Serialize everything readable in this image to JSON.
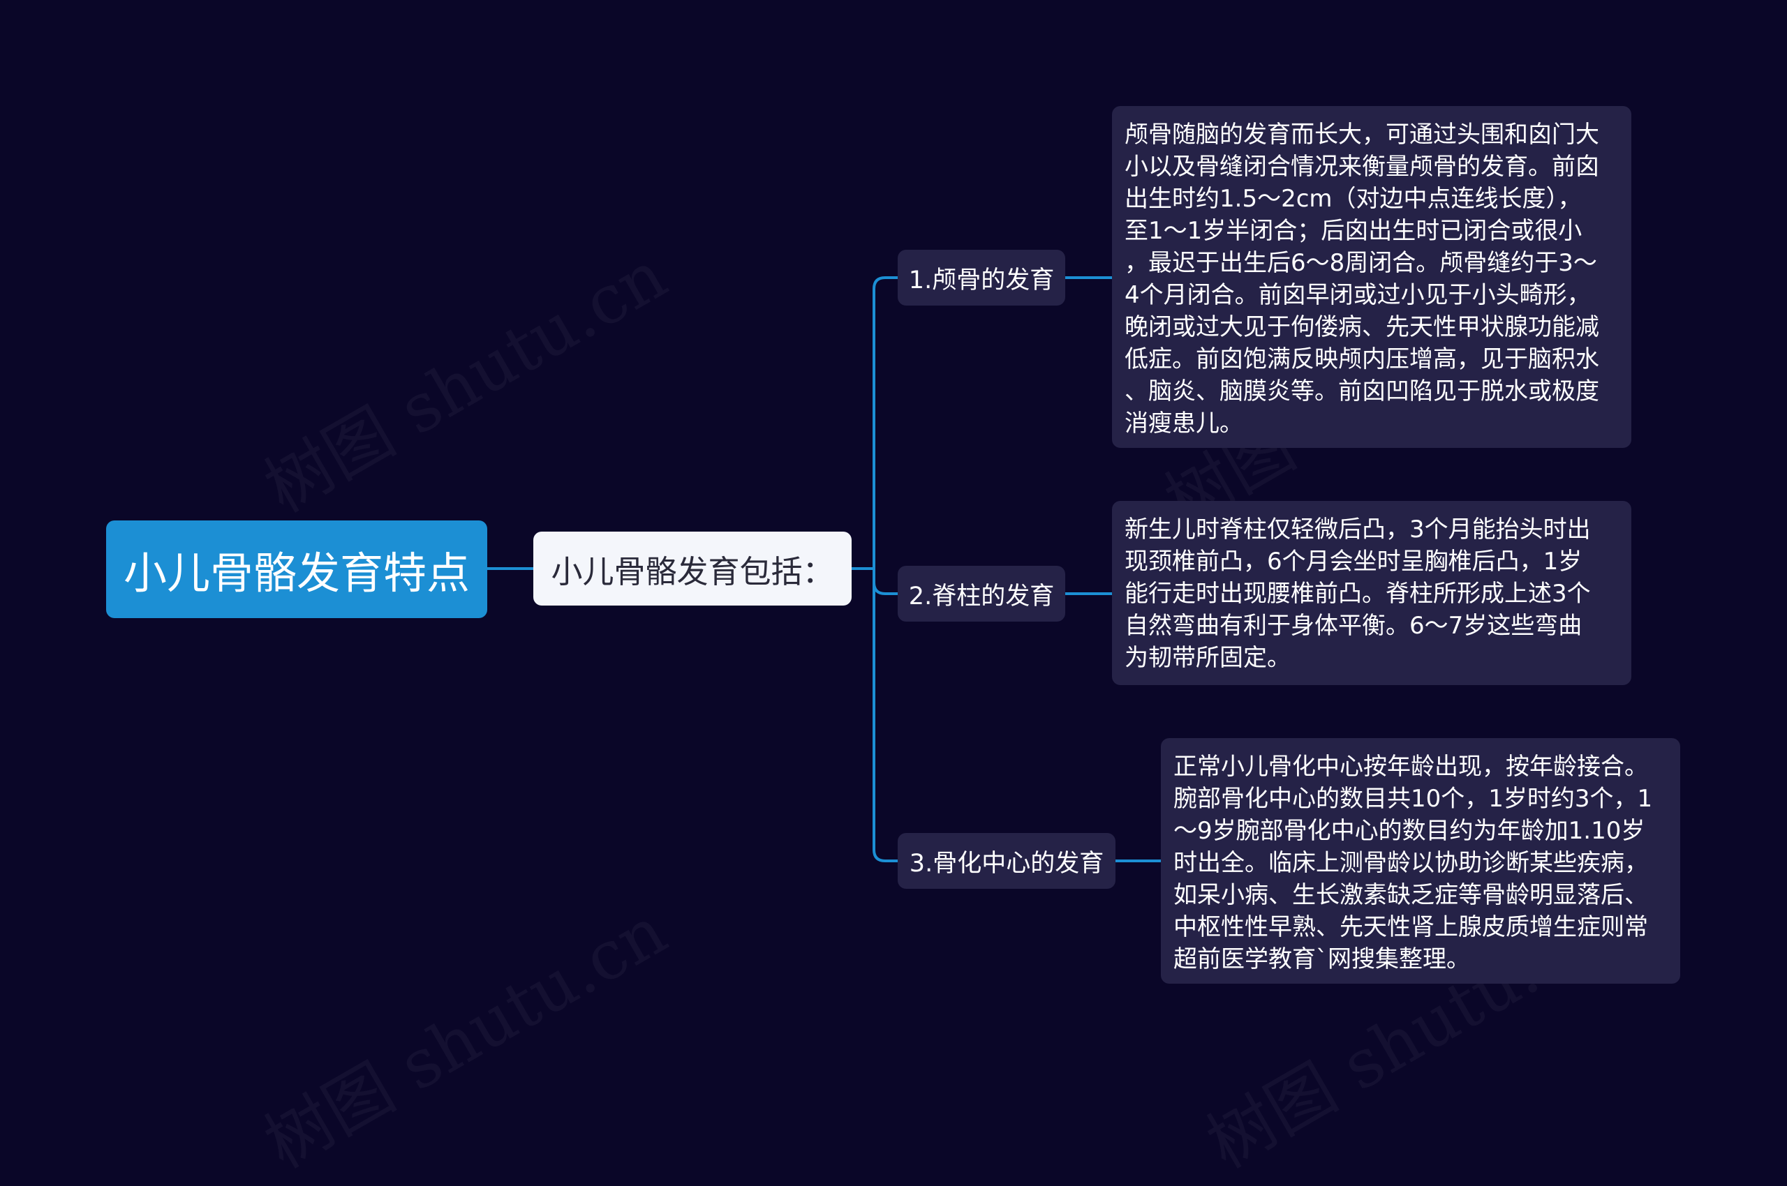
{
  "colors": {
    "background": "#0a0628",
    "root_fill": "#1c8fd4",
    "center_fill": "#f4f6fb",
    "node_fill": "#252247",
    "connector": "#1c8fd4"
  },
  "watermark": "树图 shutu.cn",
  "root": {
    "label": "小儿骨骼发育特点"
  },
  "center": {
    "label": "小儿骨骼发育包括："
  },
  "branches": [
    {
      "label": "1.颅骨的发育",
      "detail": "颅骨随脑的发育而长大，可通过头围和囟门大\n小以及骨缝闭合情况来衡量颅骨的发育。前囟\n出生时约1.5～2cm（对边中点连线长度），\n至1～1岁半闭合；后囟出生时已闭合或很小\n，最迟于出生后6～8周闭合。颅骨缝约于3～\n4个月闭合。前囟早闭或过小见于小头畸形，\n晚闭或过大见于佝偻病、先天性甲状腺功能减\n低症。前囟饱满反映颅内压增高，见于脑积水\n、脑炎、脑膜炎等。前囟凹陷见于脱水或极度\n消瘦患儿。"
    },
    {
      "label": "2.脊柱的发育",
      "detail": "新生儿时脊柱仅轻微后凸，3个月能抬头时出\n现颈椎前凸，6个月会坐时呈胸椎后凸，1岁\n能行走时出现腰椎前凸。脊柱所形成上述3个\n自然弯曲有利于身体平衡。6～7岁这些弯曲\n为韧带所固定。"
    },
    {
      "label": "3.骨化中心的发育",
      "detail": "正常小儿骨化中心按年龄出现，按年龄接合。\n腕部骨化中心的数目共10个，1岁时约3个，1\n～9岁腕部骨化中心的数目约为年龄加1.10岁\n时出全。临床上测骨龄以协助诊断某些疾病，\n如呆小病、生长激素缺乏症等骨龄明显落后、\n中枢性性早熟、先天性肾上腺皮质增生症则常\n超前医学教育`网搜集整理。"
    }
  ]
}
